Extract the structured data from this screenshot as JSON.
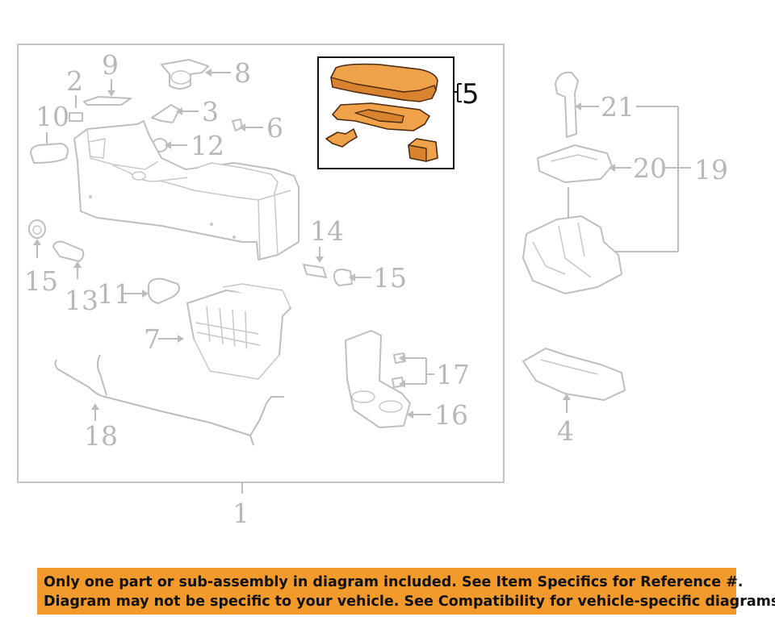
{
  "callouts": {
    "c1": "1",
    "c2": "2",
    "c3": "3",
    "c4": "4",
    "c5": "5",
    "c6": "6",
    "c7": "7",
    "c8": "8",
    "c9": "9",
    "c10": "10",
    "c11": "11",
    "c12": "12",
    "c13": "13",
    "c14": "14",
    "c15a": "15",
    "c15b": "15",
    "c16": "16",
    "c17": "17",
    "c18": "18",
    "c19": "19",
    "c20": "20",
    "c21": "21"
  },
  "colors": {
    "highlight": "#f0a24a",
    "banner": "#f39a2c",
    "line": "#bdbdbd"
  },
  "banner": {
    "line1": "Only one part or sub-assembly in diagram included. See Item Specifics for Reference #.",
    "line2": "Diagram may not be specific to your vehicle. See Compatibility for vehicle-specific diagrams."
  }
}
